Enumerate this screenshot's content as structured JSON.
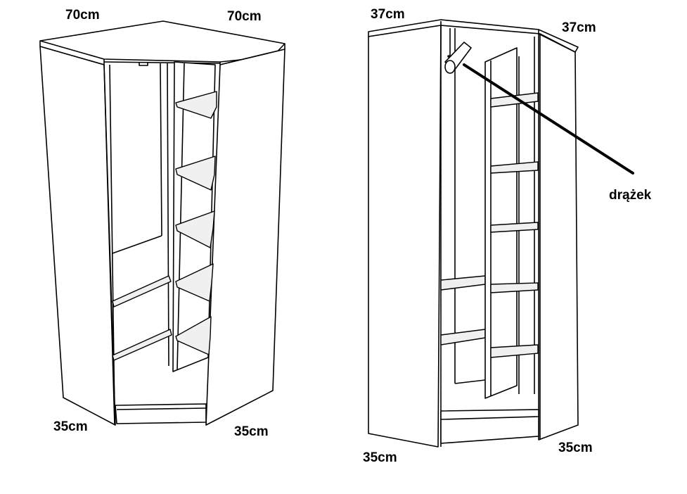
{
  "left_view": {
    "top_left_dim": "70cm",
    "top_right_dim": "70cm",
    "bottom_left_dim": "35cm",
    "bottom_right_dim": "35cm"
  },
  "right_view": {
    "top_left_dim": "37cm",
    "top_right_dim": "37cm",
    "bottom_left_dim": "35cm",
    "bottom_right_dim": "35cm",
    "rod_label": "drążek"
  }
}
